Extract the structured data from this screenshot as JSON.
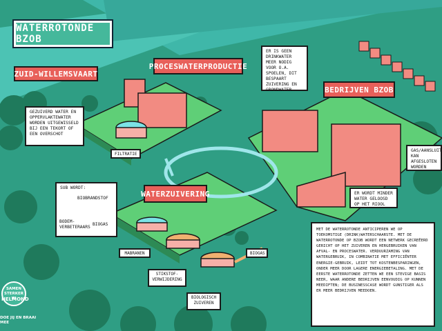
{
  "title": "WATERROTONDE BZOB",
  "tags": {
    "canal": "ZUID-WILLEMSVAART",
    "process": "PROCESWATERPRODUCTIE",
    "companies": "BEDRIJVEN BZOB",
    "treatment": "WATERZUIVERING"
  },
  "notes": {
    "canal_note": "GEZUIVERD WATER EN OPPERVLAKTEWATER WORDEN UITGEWISSELD BIJ EEN TEKORT OF EEN OVERSCHOT",
    "drinking_note": "ER IS GEEN DRINKWATER MEER NODIG VOOR O.A. SPOELEN, DIT BESPAART ZUIVERING EN GRONDWATER",
    "gas_note": "GAS/AANSLUITING KAN AFGESLOTEN WORDEN",
    "less_water_note": "ER WORDT MINDER WATER GELOOSD OP HET RIOOL",
    "sub_note": "SUB WORDT:",
    "bioproducts": [
      "BIOBRANDSTOF",
      "BODEM-VERBETERAARS",
      "BIOGAS"
    ]
  },
  "labels": {
    "filtratie": "FILTRATIE",
    "membranen": "MABRANEN",
    "stikstof": "STIKSTOF-VERWIJDERING",
    "biologisch": "BIOLOGISCH ZUIVEREN",
    "biogas": "BIOGAS"
  },
  "description": "MET DE WATERROTONDE ANTICIPEREN WE OP TOEKOMSTIGE (DRINK)WATERSCHAARSTE. MET DE WATERROTONDE OP BZOB WORDT EEN NETWERK GECREËERD GERICHT OP HET ZUIVEREN EN HERGEBRUIKEN VAN AFVAL- EN PROCESWATER. VERDUURZAMING VAN WATERGEBRUIK, IN COMBINATIE MET EFFICIËNTER ENERGIE-GEBRUIK, LEIDT TOT KOSTENBESPARINGEN, ONDER MEER DOOR LAGERE ENERGIEBETALING. MET DE EERSTE WATERROTONDE ZETTEN WE EEN STEVIGE BASIS NEER, WAAR ANDERE BEDRIJVEN EENVOUDIG OP KUNNEN MEEDIFTEN; DE BUSINESSCASE WORDT GUNSTIGER ALS ER MEER BEDRIJVEN MEEDOEN.",
  "logo": {
    "line1": "SAMEN STERKER IN",
    "line2": "HELMOND",
    "footer": "DOE JIJ EN BRAAI MEE"
  },
  "colors": {
    "grass": "#2f9e84",
    "water": "#3fb7a9",
    "accent": "#e8605a",
    "building": "#f28b82",
    "tree": "#1f7a5c"
  }
}
